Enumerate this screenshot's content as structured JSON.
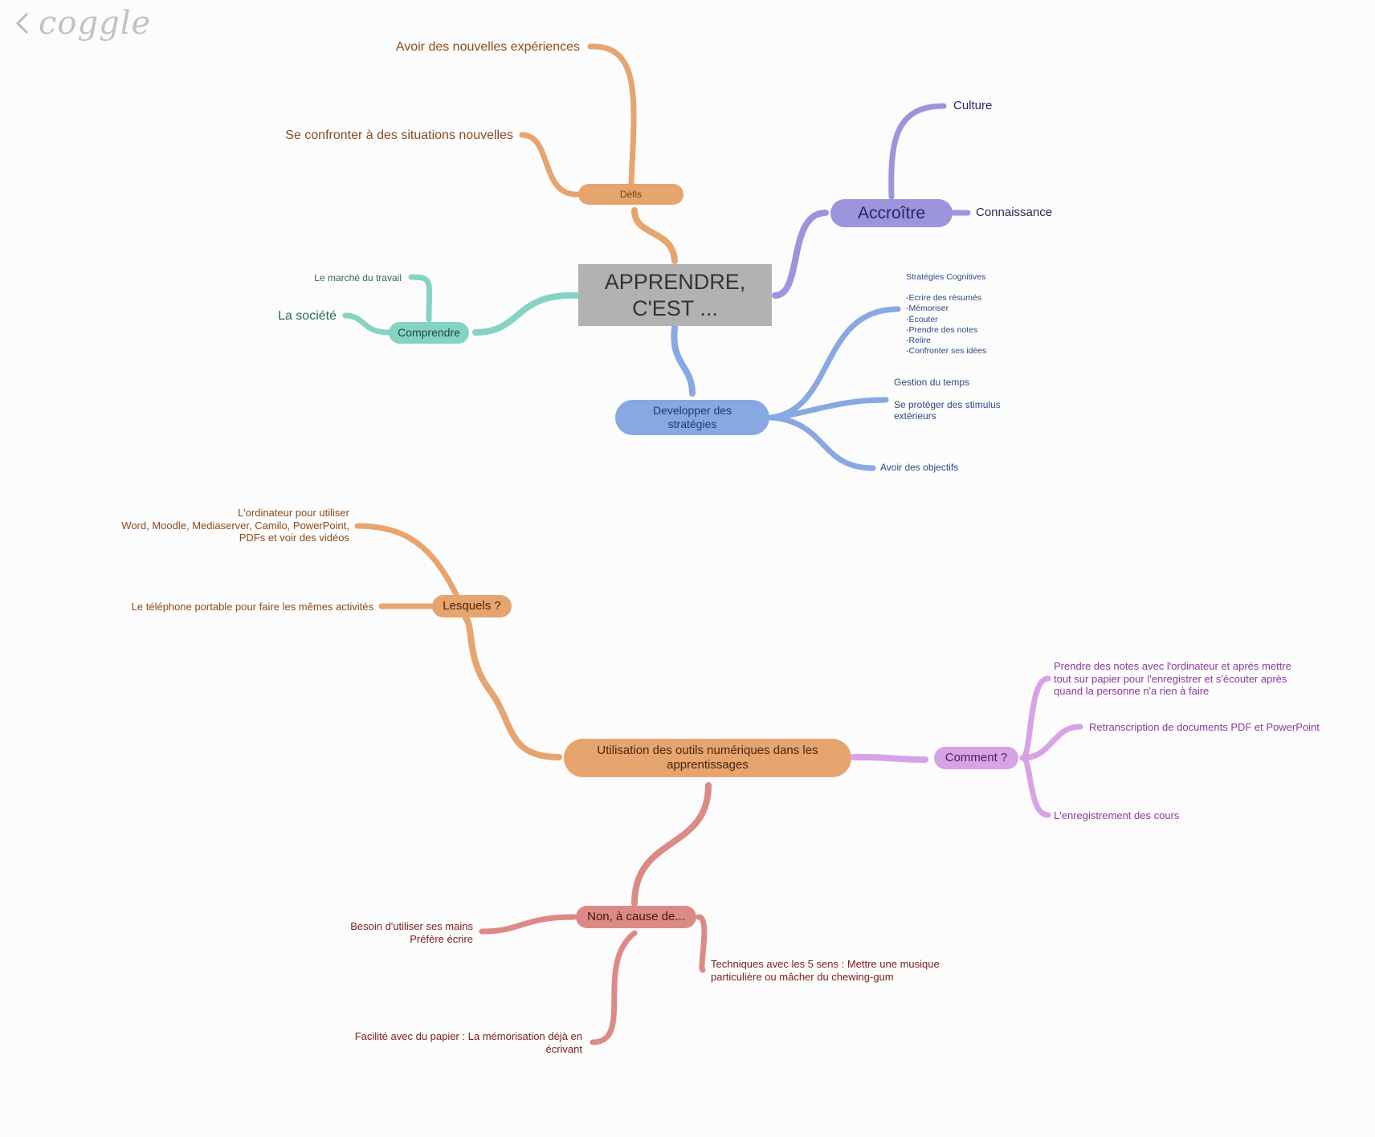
{
  "app": {
    "logo": "coggle",
    "back_icon": "chevron-left-icon"
  },
  "colors": {
    "orange": "#e6a46f",
    "teal": "#85d3c2",
    "purple": "#9c94dc",
    "blue": "#88a8e2",
    "violet": "#d8a2e6",
    "red": "#dc8a86",
    "root": "#b2b2b2"
  },
  "root": {
    "label": "APPRENDRE,\nC'EST ..."
  },
  "map1": {
    "defis": {
      "label": "Défis",
      "children": [
        "Avoir des nouvelles expériences",
        "Se confronter à des situations nouvelles"
      ]
    },
    "comprendre": {
      "label": "Comprendre",
      "children": [
        "Le marché du travail",
        "La société"
      ]
    },
    "accroitre": {
      "label": "Accroître",
      "children": [
        "Culture",
        "Connaissance"
      ]
    },
    "strategies": {
      "label": "Developper des\nstratégies",
      "children": [
        "Stratégies Cognitives\n\n-Ecrire des résumés\n-Mémoriser\n-Écouter\n-Prendre des notes\n-Relire\n-Confronter ses idées",
        "Gestion du temps\n\nSe protéger des stimulus\nextérieurs",
        "Avoir des objectifs"
      ]
    }
  },
  "map2": {
    "center": {
      "label": "Utilisation des outils numériques dans les\napprentissages"
    },
    "lesquels": {
      "label": "Lesquels ?",
      "children": [
        "L'ordinateur pour utiliser\nWord, Moodle, Mediaserver, Camilo, PowerPoint,\nPDFs et voir des vidéos",
        "Le téléphone portable pour faire les mêmes activités"
      ]
    },
    "comment": {
      "label": "Comment ?",
      "children": [
        "Prendre des notes avec l'ordinateur et après mettre\ntout sur papier pour l'enregistrer et s'écouter après\nquand la personne n'a rien à faire",
        "Retranscription de documents PDF et PowerPoint",
        "L'enregistrement des cours"
      ]
    },
    "non": {
      "label": "Non, à cause de...",
      "children": [
        "Besoin d'utiliser ses mains\nPréfère écrire",
        "Techniques avec les 5 sens : Mettre une musique\nparticulière ou mâcher du chewing-gum",
        "Facilité avec du papier : La mémorisation déjà en\nécrivant"
      ]
    }
  }
}
